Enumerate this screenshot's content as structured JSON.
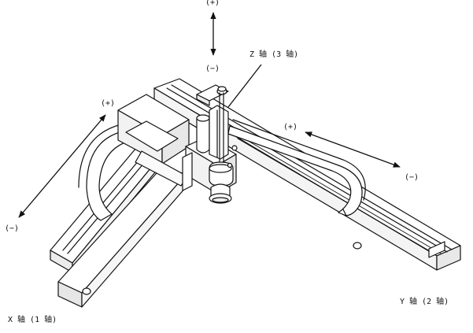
{
  "labels": {
    "z_plus": "(+)",
    "z_minus": "(−)",
    "z_axis": "Z 轴 (3 轴)",
    "x_plus": "(+)",
    "x_minus": "(−)",
    "x_axis": "X 轴 (1 轴)",
    "y_plus": "(+)",
    "y_minus": "(−)",
    "y_axis": "Y 轴 (2 轴)"
  },
  "colors": {
    "line": "#111111",
    "fill": "#ffffff",
    "shade": "#ededed"
  }
}
